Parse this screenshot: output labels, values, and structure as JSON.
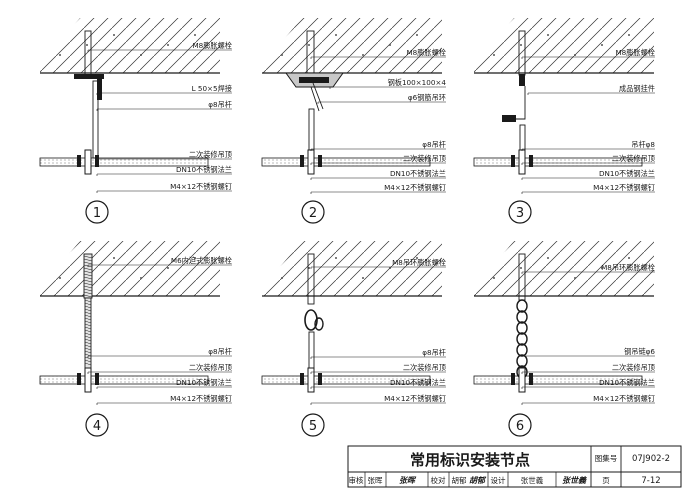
{
  "details": [
    {
      "number": "1",
      "labels": [
        "M8膨胀螺栓",
        "L 50×5焊接",
        "φ8吊杆",
        "二次装修吊顶",
        "DN10不锈钢法兰",
        "M4×12不锈钢螺钉"
      ]
    },
    {
      "number": "2",
      "labels": [
        "M8膨胀螺栓",
        "钢板100×100×4",
        "φ6钢筋吊环",
        "φ8吊杆",
        "二次装修吊顶",
        "DN10不锈钢法兰",
        "M4×12不锈钢螺钉"
      ]
    },
    {
      "number": "3",
      "labels": [
        "M8膨胀螺栓",
        "成品钢挂件",
        "吊杆φ8",
        "二次装修吊顶",
        "DN10不锈钢法兰",
        "M4×12不锈钢螺钉"
      ]
    },
    {
      "number": "4",
      "labels": [
        "M6内迫式膨胀螺栓",
        "φ8吊杆",
        "二次装修吊顶",
        "DN10不锈钢法兰",
        "M4×12不锈钢螺钉"
      ]
    },
    {
      "number": "5",
      "labels": [
        "M8吊环膨胀螺栓",
        "φ8吊杆",
        "二次装修吊顶",
        "DN10不锈钢法兰",
        "M4×12不锈钢螺钉"
      ]
    },
    {
      "number": "6",
      "labels": [
        "M8吊环膨胀螺栓",
        "钢吊链φ6",
        "二次装修吊顶",
        "DN10不锈钢法兰",
        "M4×12不锈钢螺钉"
      ]
    }
  ],
  "title_block": {
    "title": "常用标识安装节点",
    "atlas_label": "图集号",
    "atlas_number": "07J902-2",
    "page_label": "页",
    "page_number": "7-12",
    "review_label": "审核",
    "review_name": "张晖",
    "review_sign": "张晖",
    "check_label": "校对",
    "check_name": "胡郁",
    "check_sign": "胡郁",
    "design_label": "设计",
    "design_name": "张世義",
    "design_sign": "张世義"
  }
}
